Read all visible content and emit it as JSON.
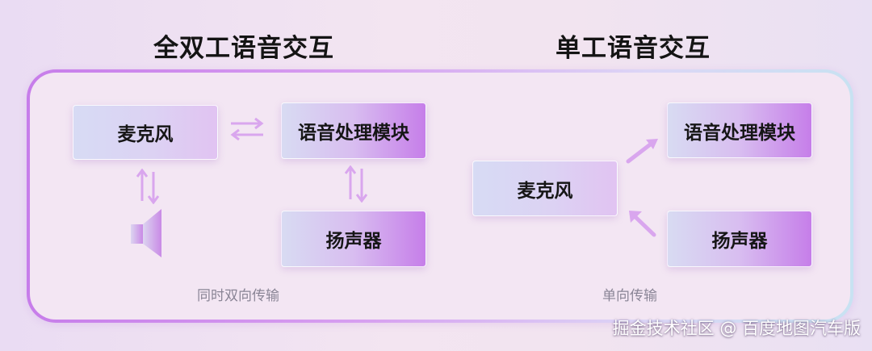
{
  "full_duplex": {
    "title": "全双工语音交互",
    "microphone": "麦克风",
    "speech_module": "语音处理模块",
    "speaker": "扬声器",
    "caption": "同时双向传输"
  },
  "half_duplex": {
    "title": "单工语音交互",
    "microphone": "麦克风",
    "speech_module": "语音处理模块",
    "speaker": "扬声器",
    "caption": "单向传输"
  },
  "watermark": "掘金技术社区 @ 百度地图汽车版",
  "colors": {
    "accent": "#c67ee9",
    "box_light": "#d7dbf4",
    "arrow": "#d9a6ee",
    "speaker_icon": "#c98ae6"
  }
}
